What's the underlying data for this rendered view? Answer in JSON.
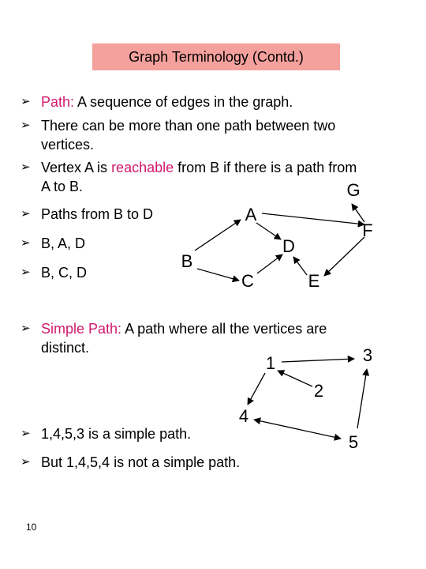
{
  "slide": {
    "title": "Graph Terminology (Contd.)",
    "page_number": "10",
    "bullet_icon": "arrow-bullet"
  },
  "bullets": {
    "path_term": "Path:",
    "path_def": " A sequence of edges in the graph.",
    "multi_path": "There can be more than one path between two",
    "multi_path_cont": "vertices.",
    "reach_pre": "Vertex A is ",
    "reach_term": "reachable",
    "reach_post": " from B if there is a path from",
    "reach_cont": "A to B.",
    "paths_b_to_d": "Paths from B to D",
    "path_bad": "B, A, D",
    "path_bcd": "B, C, D",
    "simple_term": "Simple Path:",
    "simple_def": " A path where all the vertices are",
    "simple_cont": "distinct.",
    "is_simple": "1,4,5,3 is a simple path.",
    "not_simple": "But 1,4,5,4 is not a simple path."
  },
  "graph1": {
    "nodes": {
      "G": "G",
      "A": "A",
      "F": "F",
      "D": "D",
      "B": "B",
      "C": "C",
      "E": "E"
    }
  },
  "graph2": {
    "nodes": {
      "n1": "1",
      "n2": "2",
      "n3": "3",
      "n4": "4",
      "n5": "5"
    }
  },
  "colors": {
    "title_bg": "#f4a09c",
    "term": "#d0196e"
  }
}
